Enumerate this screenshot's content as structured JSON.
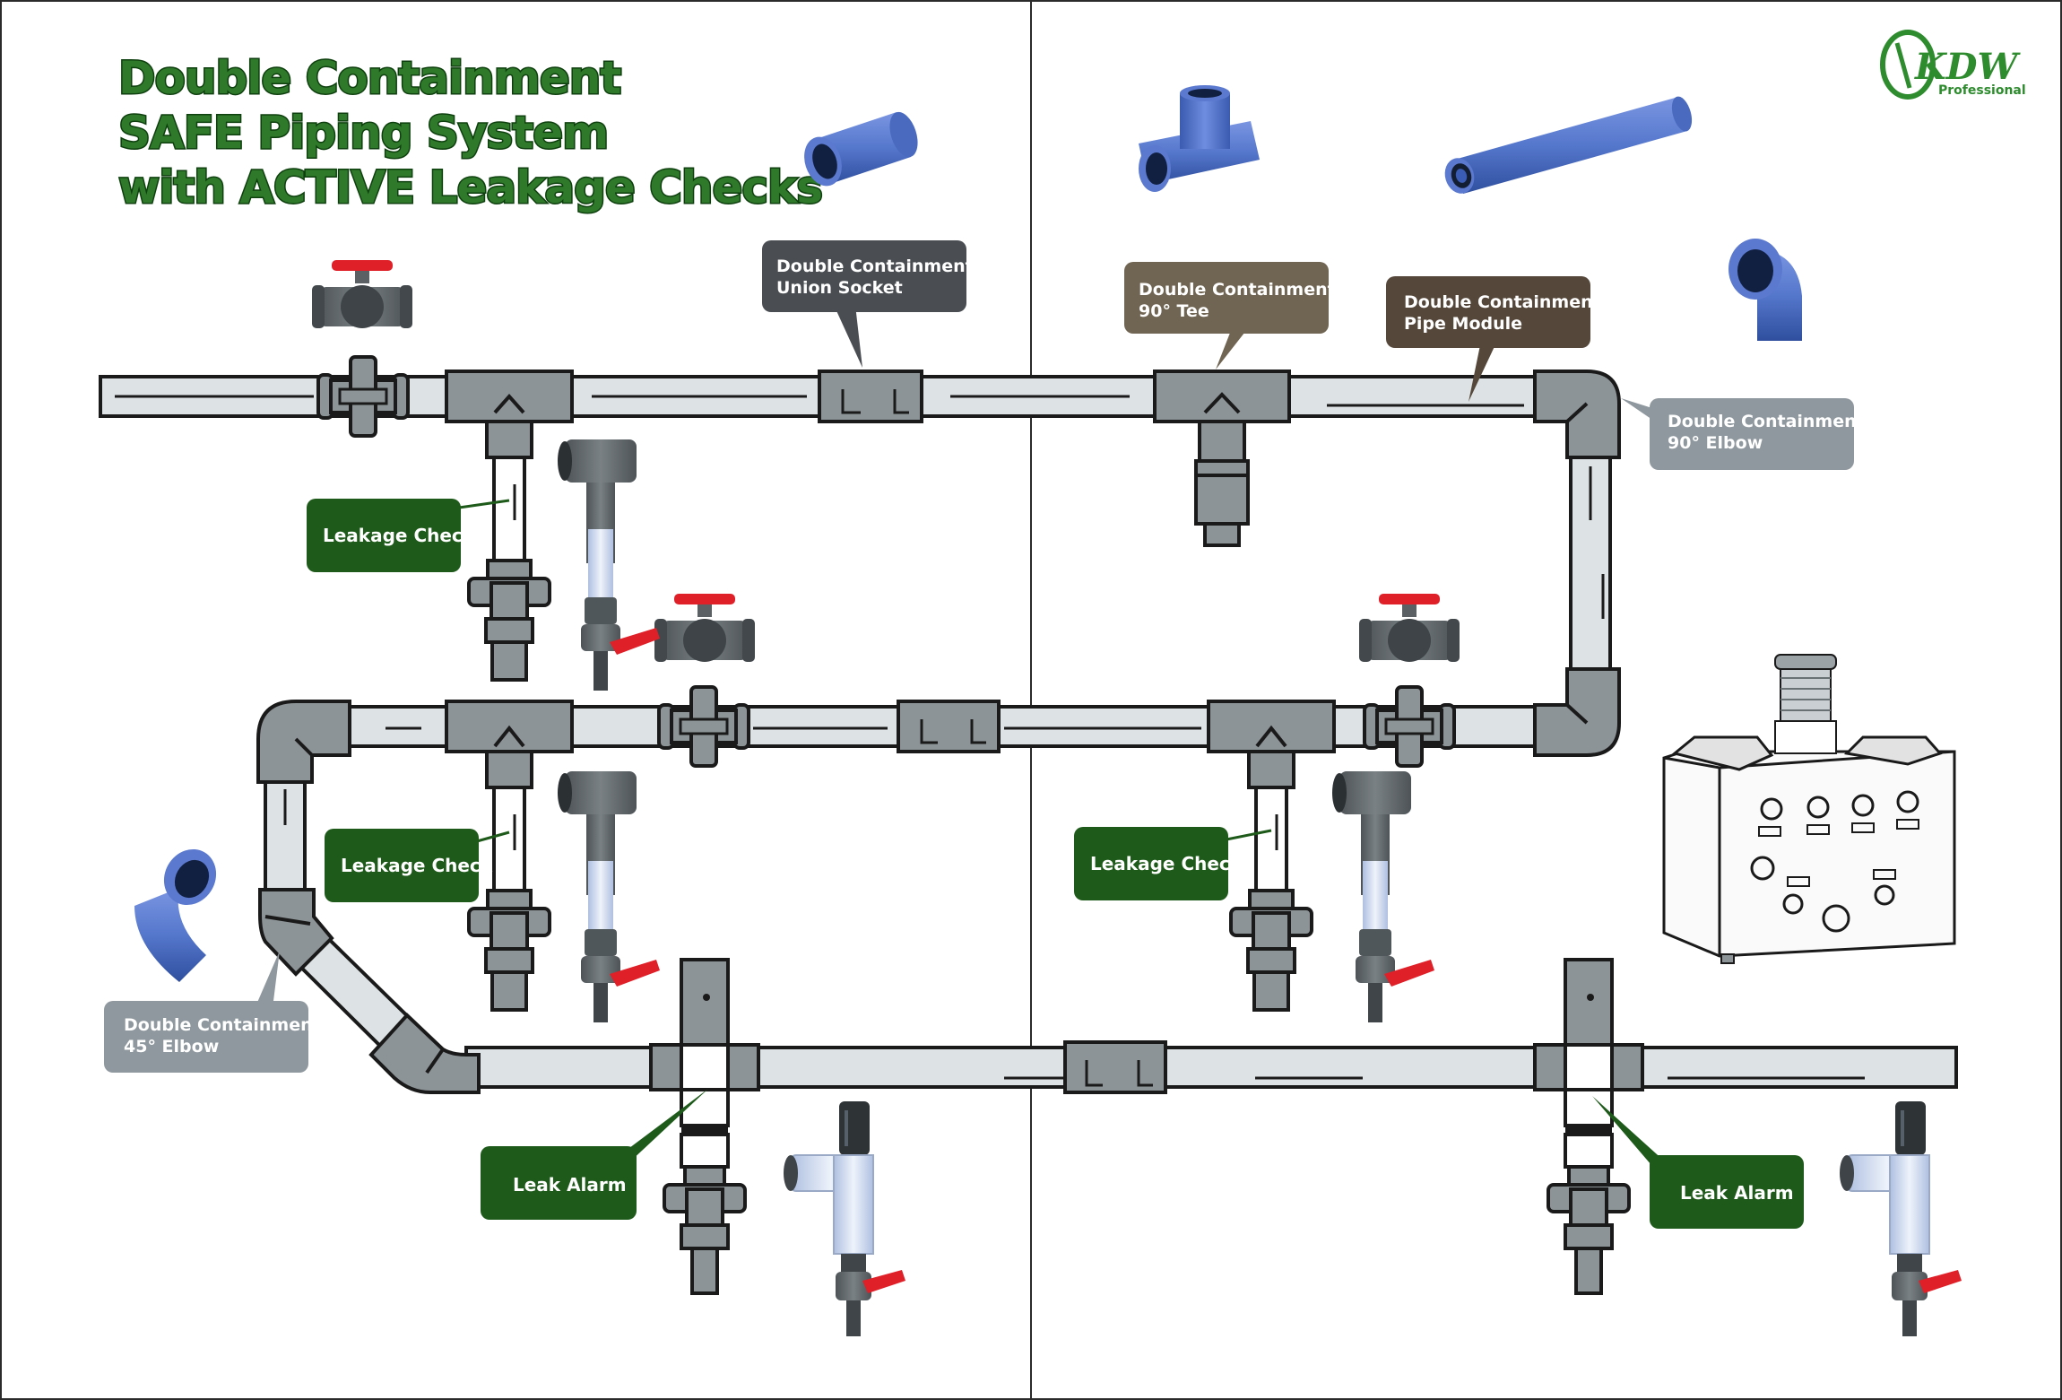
{
  "title": {
    "lines": [
      "Double Containment",
      "SAFE Piping System",
      "with ACTIVE Leakage Checks"
    ]
  },
  "logo": {
    "mark": "KDW",
    "sub": "Professional",
    "icon": "kdw-logo-icon"
  },
  "callouts": {
    "union_socket": [
      "Double Containment",
      "Union Socket"
    ],
    "tee": [
      "Double Containment",
      "90° Tee"
    ],
    "pipe_module": [
      "Double Containment",
      "Pipe Module"
    ],
    "elbow90": [
      "Double Containment",
      "90° Elbow"
    ],
    "elbow45": [
      "Double Containment",
      "45° Elbow"
    ],
    "leakage_check": "Leakage Check",
    "leak_alarm": "Leak Alarm"
  },
  "colors": {
    "title_green": "#2f7a2a",
    "callout_green": "#1e5a1a",
    "callout_dark": "#4a4e52",
    "callout_olive": "#706452",
    "callout_brown": "#55473a",
    "callout_gray": "#8f989e",
    "pipe_fill": "#dde3e4",
    "fitting_gray": "#8d9497",
    "product_blue": "#5577cc",
    "valve_red": "#e02028"
  }
}
